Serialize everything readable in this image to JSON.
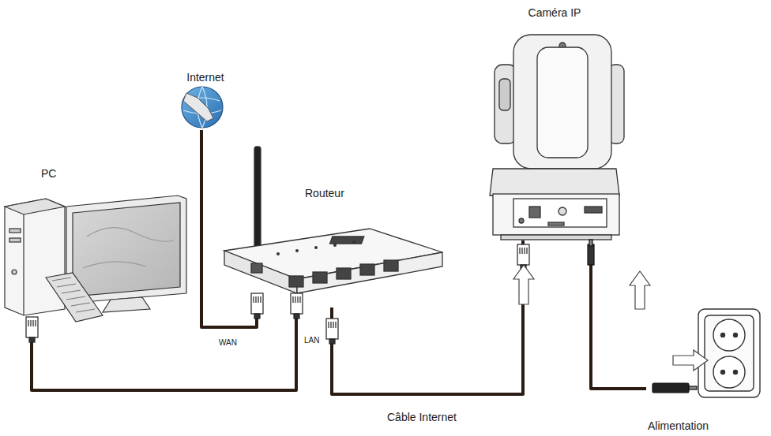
{
  "diagram": {
    "nodes": [
      {
        "text": [
          "PC"
        ]
      },
      {
        "text": [
          "Internet"
        ]
      },
      {
        "text": [
          "Routeur"
        ]
      },
      {
        "text": [
          "Caméra IP"
        ]
      },
      {
        "text": [
          "Alimentation"
        ]
      }
    ],
    "edges": [
      {
        "from": 1,
        "to": 2,
        "arrow": "none"
      },
      {
        "from": 0,
        "to": 2,
        "arrow": "none"
      },
      {
        "from": 2,
        "to": 3,
        "arrow": "none"
      },
      {
        "from": 3,
        "to": 4,
        "arrow": "none"
      }
    ],
    "labels": [
      "WAN",
      "LAN",
      "Câble Internet"
    ]
  }
}
